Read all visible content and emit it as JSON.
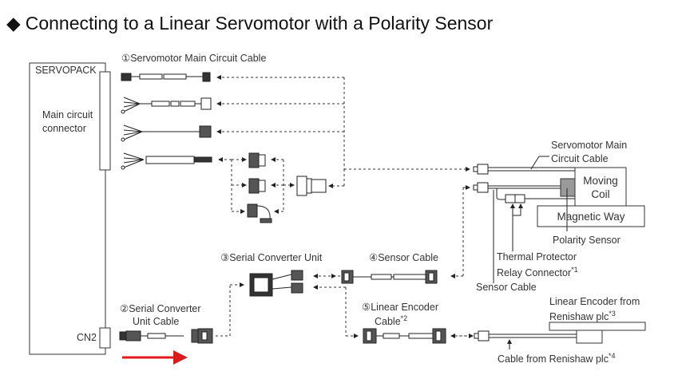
{
  "title": {
    "bullet": "◆",
    "text": "Connecting to a Linear Servomotor with a Polarity Sensor"
  },
  "servopack": {
    "label": "SERVOPACK",
    "main_connector_line1": "Main circuit",
    "main_connector_line2": "connector",
    "cn2_label": "CN2"
  },
  "cables": {
    "c1": {
      "marker": "①",
      "label": "Servomotor Main Circuit Cable"
    },
    "c2": {
      "marker": "②",
      "line1": "Serial Converter",
      "line2": "Unit Cable"
    },
    "c3": {
      "marker": "③",
      "label": "Serial Converter Unit"
    },
    "c4": {
      "marker": "④",
      "label": "Sensor Cable"
    },
    "c5": {
      "marker": "⑤",
      "line1": "Linear Encoder",
      "line2": "Cable",
      "note": "*2"
    }
  },
  "motor": {
    "main_cable_line1": "Servomotor Main",
    "main_cable_line2": "Circuit Cable",
    "moving_coil_line1": "Moving",
    "moving_coil_line2": "Coil",
    "magnetic_way": "Magnetic Way",
    "polarity_sensor": "Polarity Sensor",
    "thermal_line1": "Thermal Protector",
    "thermal_line2": "Relay Connector",
    "thermal_note": "*1",
    "sensor_cable": "Sensor Cable"
  },
  "encoder": {
    "line1": "Linear Encoder from",
    "line2": "Renishaw plc",
    "line2_note": "*3",
    "cable_label": "Cable from Renishaw plc",
    "cable_note": "*4"
  },
  "colors": {
    "arrow_red": "#e01a1a",
    "sensor_fill": "#9a9a9a"
  }
}
